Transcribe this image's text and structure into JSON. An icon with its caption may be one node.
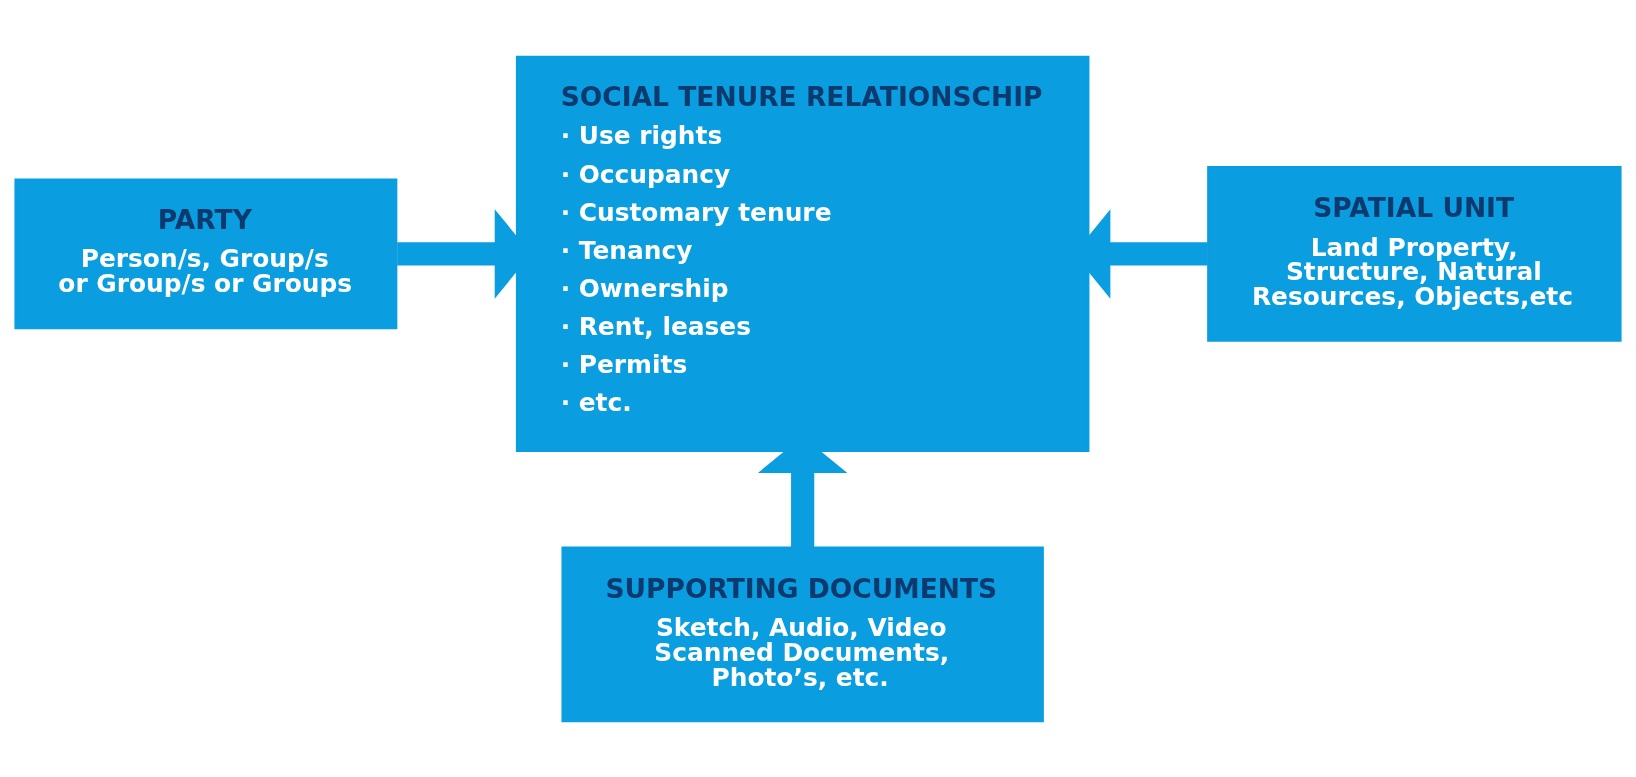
{
  "diagram": {
    "nodes": [
      {
        "text": [
          "PARTY",
          "Person/s, Group/s or Group/s or Groups"
        ]
      },
      {
        "text": [
          "SOCIAL TENURE RELATIONSCHIP",
          "· Use rights",
          "· Occupancy",
          "· Customary tenure",
          "· Tenancy",
          "· Ownership",
          "· Rent, leases",
          "· Permits",
          "· etc."
        ]
      },
      {
        "text": [
          "SPATIAL UNIT",
          "Land Property, Structure, Natural Resources, Objects,etc"
        ]
      },
      {
        "text": [
          "SUPPORTING DOCUMENTS",
          "Sketch, Audio, Video Scanned Documents, Photo’s, etc."
        ]
      }
    ],
    "edges": [
      {
        "from": 0,
        "to": 1,
        "arrow": "to"
      },
      {
        "from": 2,
        "to": 1,
        "arrow": "to"
      },
      {
        "from": 3,
        "to": 1,
        "arrow": "to"
      }
    ]
  }
}
